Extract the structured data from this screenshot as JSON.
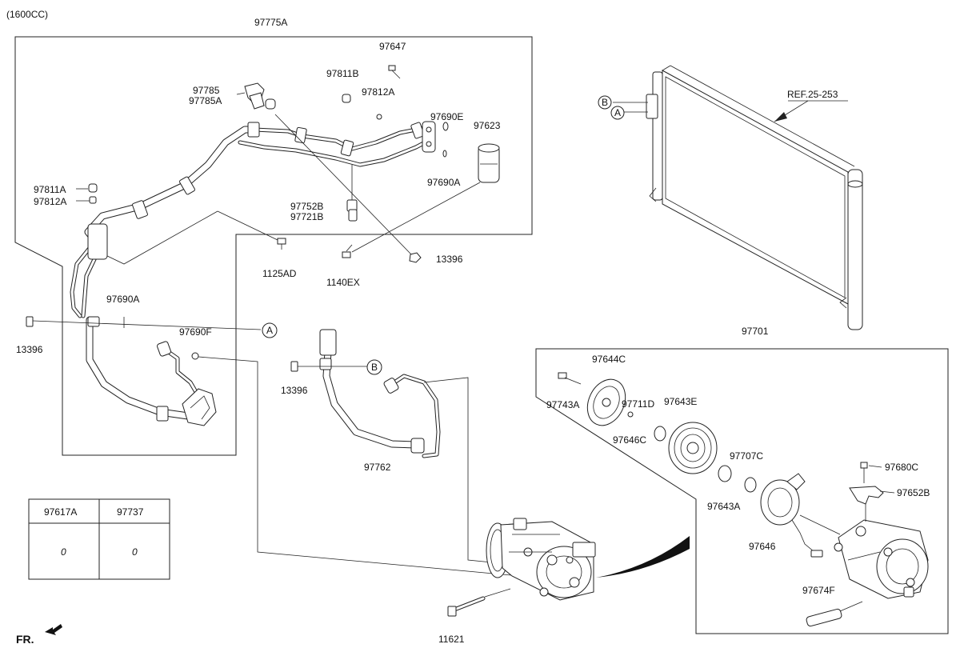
{
  "engine_label": "(1600CC)",
  "fr_label": "FR.",
  "parts": {
    "p97775A": "97775A",
    "p97647": "97647",
    "p97811B": "97811B",
    "p97785": "97785",
    "p97785A": "97785A",
    "p97812A_top": "97812A",
    "p97690E": "97690E",
    "p97623": "97623",
    "p97690A_top": "97690A",
    "p97811A": "97811A",
    "p97812A_left": "97812A",
    "p97752B": "97752B",
    "p97721B": "97721B",
    "p1125AD": "1125AD",
    "p1140EX": "1140EX",
    "p13396_right": "13396",
    "p97690A_mid": "97690A",
    "p97690F": "97690F",
    "p13396_left": "13396",
    "p13396_mid": "13396",
    "p97762": "97762",
    "p11621": "11621",
    "ref": "REF.25-253",
    "p97701": "97701",
    "p97644C": "97644C",
    "p97743A": "97743A",
    "p97711D": "97711D",
    "p97643E": "97643E",
    "p97646C": "97646C",
    "p97707C": "97707C",
    "p97680C": "97680C",
    "p97652B": "97652B",
    "p97643A": "97643A",
    "p97646": "97646",
    "p97674F": "97674F"
  },
  "callouts": {
    "A": "A",
    "B": "B",
    "A2": "A",
    "B2": "B"
  },
  "table": {
    "headers": [
      "97617A",
      "97737"
    ],
    "values": [
      "0",
      "0"
    ]
  }
}
